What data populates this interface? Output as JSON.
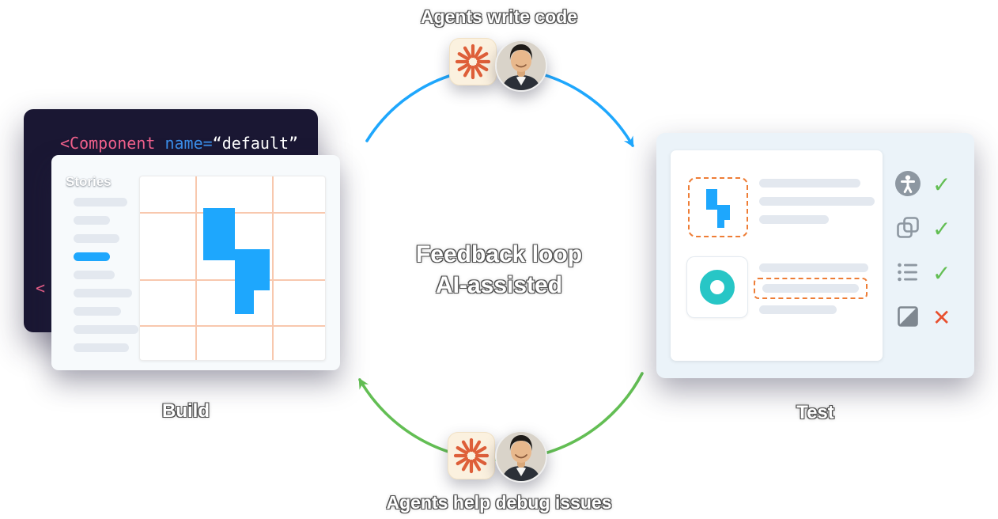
{
  "glyphs": {
    "check": "✓",
    "cross": "✕"
  },
  "labels": {
    "agents_write": "Agents write code",
    "agents_debug": "Agents help debug issues",
    "loop_line1": "Feedback loop",
    "loop_line2": "AI-assisted",
    "build": "Build",
    "test": "Test"
  },
  "code_window": {
    "tag": "<Component",
    "attr": " name=",
    "value": "“default”",
    "fragment": "<"
  },
  "stories_panel": {
    "title": "Stories",
    "bars": [
      {
        "w": 68
      },
      {
        "w": 46
      },
      {
        "w": 58
      },
      {
        "w": 46,
        "color": "#1EA7FD"
      },
      {
        "w": 52
      },
      {
        "w": 74
      },
      {
        "w": 60
      },
      {
        "w": 82
      },
      {
        "w": 70
      }
    ]
  },
  "test_panel": {
    "bars_row1": [
      {
        "w": 128
      },
      {
        "w": 146
      },
      {
        "w": 88
      }
    ],
    "bars_row2a": [
      {
        "w": 138
      }
    ],
    "bar_highlight": [
      {
        "w": 122
      }
    ],
    "bars_row2b": [
      {
        "w": 98
      }
    ],
    "checks": [
      {
        "icon": "accessibility-icon",
        "result": "pass"
      },
      {
        "icon": "layers-icon",
        "result": "pass"
      },
      {
        "icon": "checklist-icon",
        "result": "pass"
      },
      {
        "icon": "contrast-icon",
        "result": "fail"
      }
    ]
  },
  "colors": {
    "arrow_blue": "#1EA7FD",
    "arrow_green": "#63BE54",
    "shape_blue": "#1EA7FD",
    "grid_coral": "#F8C8AE",
    "dashed_orange": "#EE7D36",
    "teal": "#27C6C6",
    "check_green": "#63BE54",
    "cross_red": "#E8502F",
    "code_tag_pink": "#F1618C",
    "code_attr_blue": "#3B8EEA",
    "starburst_coral": "#DE5F39",
    "code_bg": "#1A1733"
  }
}
